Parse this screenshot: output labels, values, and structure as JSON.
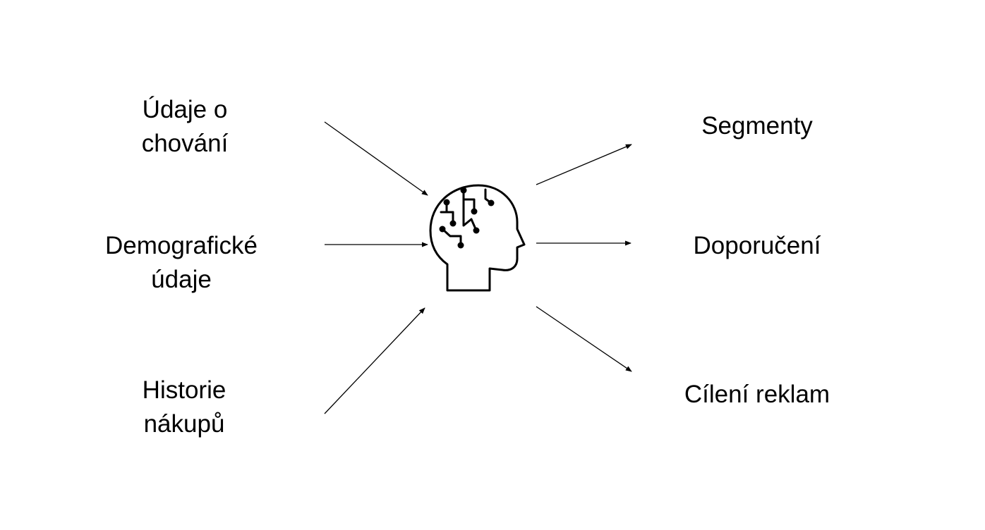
{
  "inputs": [
    {
      "lines": [
        "Údaje o",
        "chování"
      ]
    },
    {
      "lines": [
        "Demografické",
        "údaje"
      ]
    },
    {
      "lines": [
        "Historie",
        "nákupů"
      ]
    }
  ],
  "outputs": [
    {
      "lines": [
        "Segmenty"
      ]
    },
    {
      "lines": [
        "Doporučení"
      ]
    },
    {
      "lines": [
        "Cílení reklam"
      ]
    }
  ],
  "center": {
    "icon": "ai-brain-head-icon"
  },
  "colors": {
    "stroke": "#000000",
    "background": "#ffffff"
  }
}
